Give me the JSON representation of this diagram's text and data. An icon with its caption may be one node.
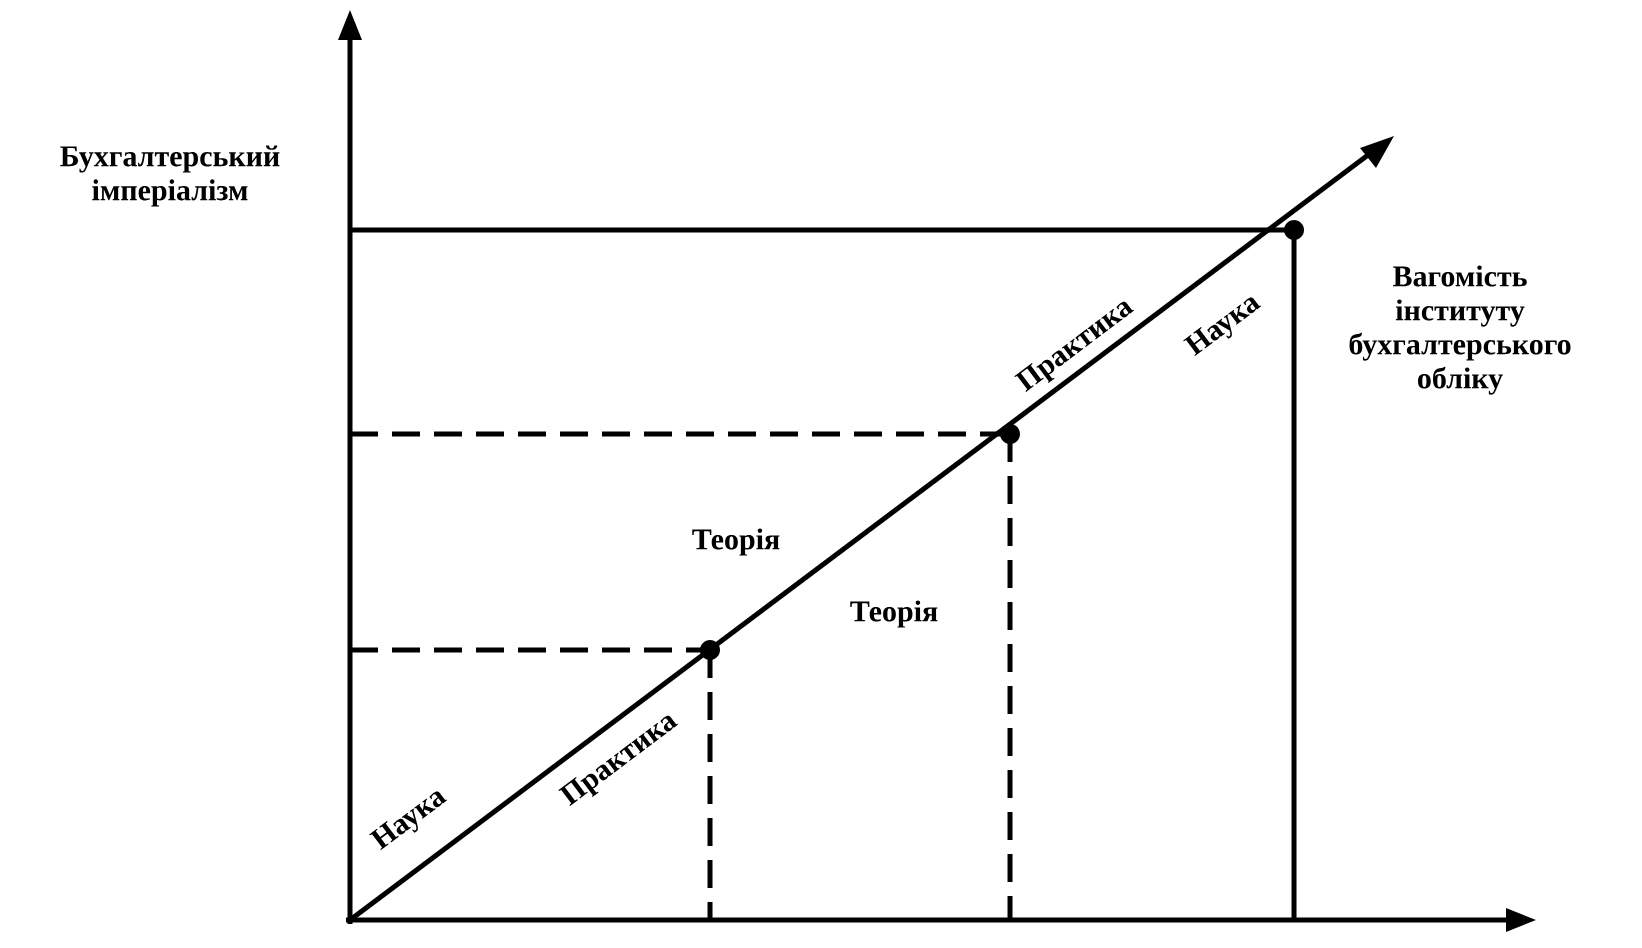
{
  "diagram": {
    "labels": [
      "Бухгалтерський імперіалізм",
      "Вагомість інституту бухгалтерського обліку",
      "Практика",
      "Наука",
      "Теорія",
      "Теорія",
      "Наука",
      "Практика"
    ]
  }
}
